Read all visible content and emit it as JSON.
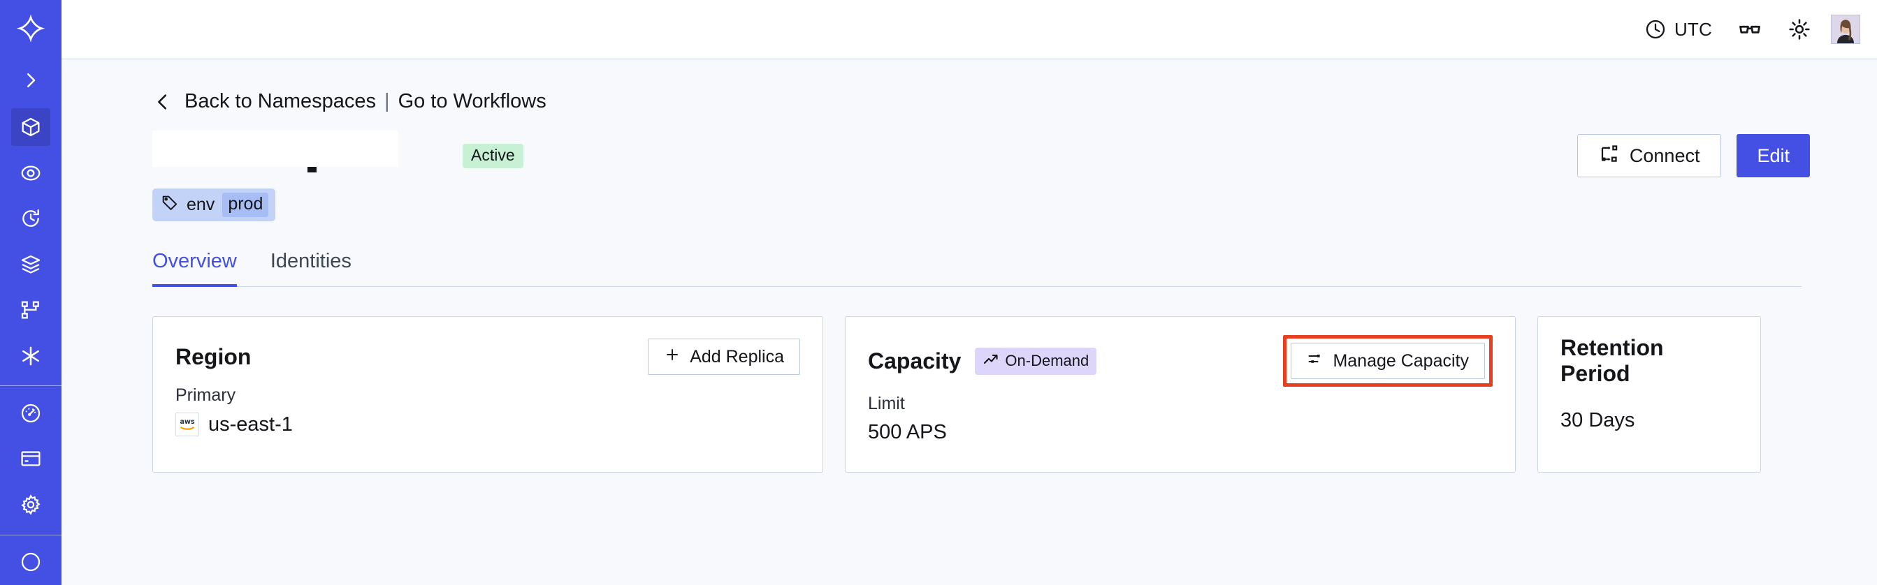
{
  "sidebar": {
    "logo": "temporal-logo-icon",
    "expand": {
      "name": "expand-sidebar-chevron-icon"
    },
    "items": [
      {
        "icon": "cube-icon",
        "name": "namespaces",
        "active": true
      },
      {
        "icon": "eye-icon",
        "name": "observability",
        "active": false
      },
      {
        "icon": "history-clock-icon",
        "name": "schedules",
        "active": false
      },
      {
        "icon": "layers-icon",
        "name": "batch-operations",
        "active": false
      },
      {
        "icon": "nodes-graph-icon",
        "name": "workflows",
        "active": false
      },
      {
        "icon": "asterisk-icon",
        "name": "nexus",
        "active": false
      }
    ],
    "items_bottom": [
      {
        "icon": "gauge-icon",
        "name": "usage",
        "active": false
      },
      {
        "icon": "credit-card-icon",
        "name": "billing",
        "active": false
      },
      {
        "icon": "gear-icon",
        "name": "settings",
        "active": false
      }
    ]
  },
  "topbar": {
    "timezone_label": "UTC",
    "clock_icon": "clock-icon",
    "glasses_icon": "glasses-icon",
    "theme_icon": "sun-icon",
    "avatar": "user-avatar"
  },
  "breadcrumb": {
    "back_chevron": "chevron-left-icon",
    "back_label": "Back to Namespaces",
    "separator": "|",
    "forward_label": "Go to Workflows"
  },
  "header": {
    "namespace_title": "",
    "title_redacted": true,
    "status_badge": "Active",
    "tag": {
      "icon": "tag-icon",
      "key": "env",
      "value": "prod"
    },
    "connect_label": "Connect",
    "connect_icon": "connect-flow-icon",
    "edit_label": "Edit"
  },
  "tabs": [
    {
      "label": "Overview",
      "active": true
    },
    {
      "label": "Identities",
      "active": false
    }
  ],
  "cards": {
    "region": {
      "title": "Region",
      "action_label": "Add Replica",
      "action_icon": "plus-icon",
      "label": "Primary",
      "provider_icon": "aws-logo-icon",
      "value": "us-east-1"
    },
    "capacity": {
      "title": "Capacity",
      "badge_label": "On-Demand",
      "badge_icon": "trending-up-icon",
      "action_label": "Manage Capacity",
      "action_icon": "sliders-icon",
      "action_highlighted": true,
      "label": "Limit",
      "value": "500 APS"
    },
    "retention": {
      "title": "Retention Period",
      "value": "30 Days"
    }
  },
  "colors": {
    "brand_blue": "#4450e3",
    "sidebar_active": "#3a44c4",
    "page_bg": "#f7f9fc",
    "card_border": "#c9d4e8",
    "badge_active_bg": "#c7f0d4",
    "badge_ondemand_bg": "#ded5fa",
    "tag_bg": "#c3d2f7",
    "tag_value_bg": "#a8bdf4",
    "highlight_red": "#e8401f"
  }
}
